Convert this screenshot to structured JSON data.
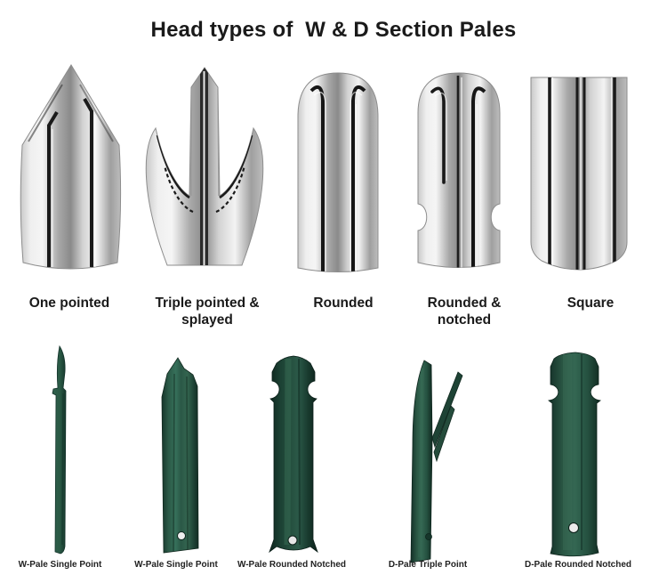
{
  "title": "Head types of  W & D Section Pales",
  "head_types": [
    {
      "label": "One pointed"
    },
    {
      "label": "Triple pointed & splayed"
    },
    {
      "label": "Rounded"
    },
    {
      "label": "Rounded & notched"
    },
    {
      "label": "Square"
    }
  ],
  "products": [
    {
      "label": "W-Pale Single Point"
    },
    {
      "label": "W-Pale Single Point"
    },
    {
      "label": "W-Pale Rounded Notched"
    },
    {
      "label": "D-Pale Triple Point"
    },
    {
      "label": "D-Pale Rounded Notched"
    }
  ],
  "colors": {
    "label-color": "#1a1a1a",
    "steel-edge": "#c9c9c9",
    "steel-light": "#f5f5f5",
    "steel-mid": "#8a8a8a",
    "groove-dark": "#1b1b1b",
    "green-light": "#36705a",
    "green-mid": "#2b5847",
    "green-dark": "#122c23"
  }
}
